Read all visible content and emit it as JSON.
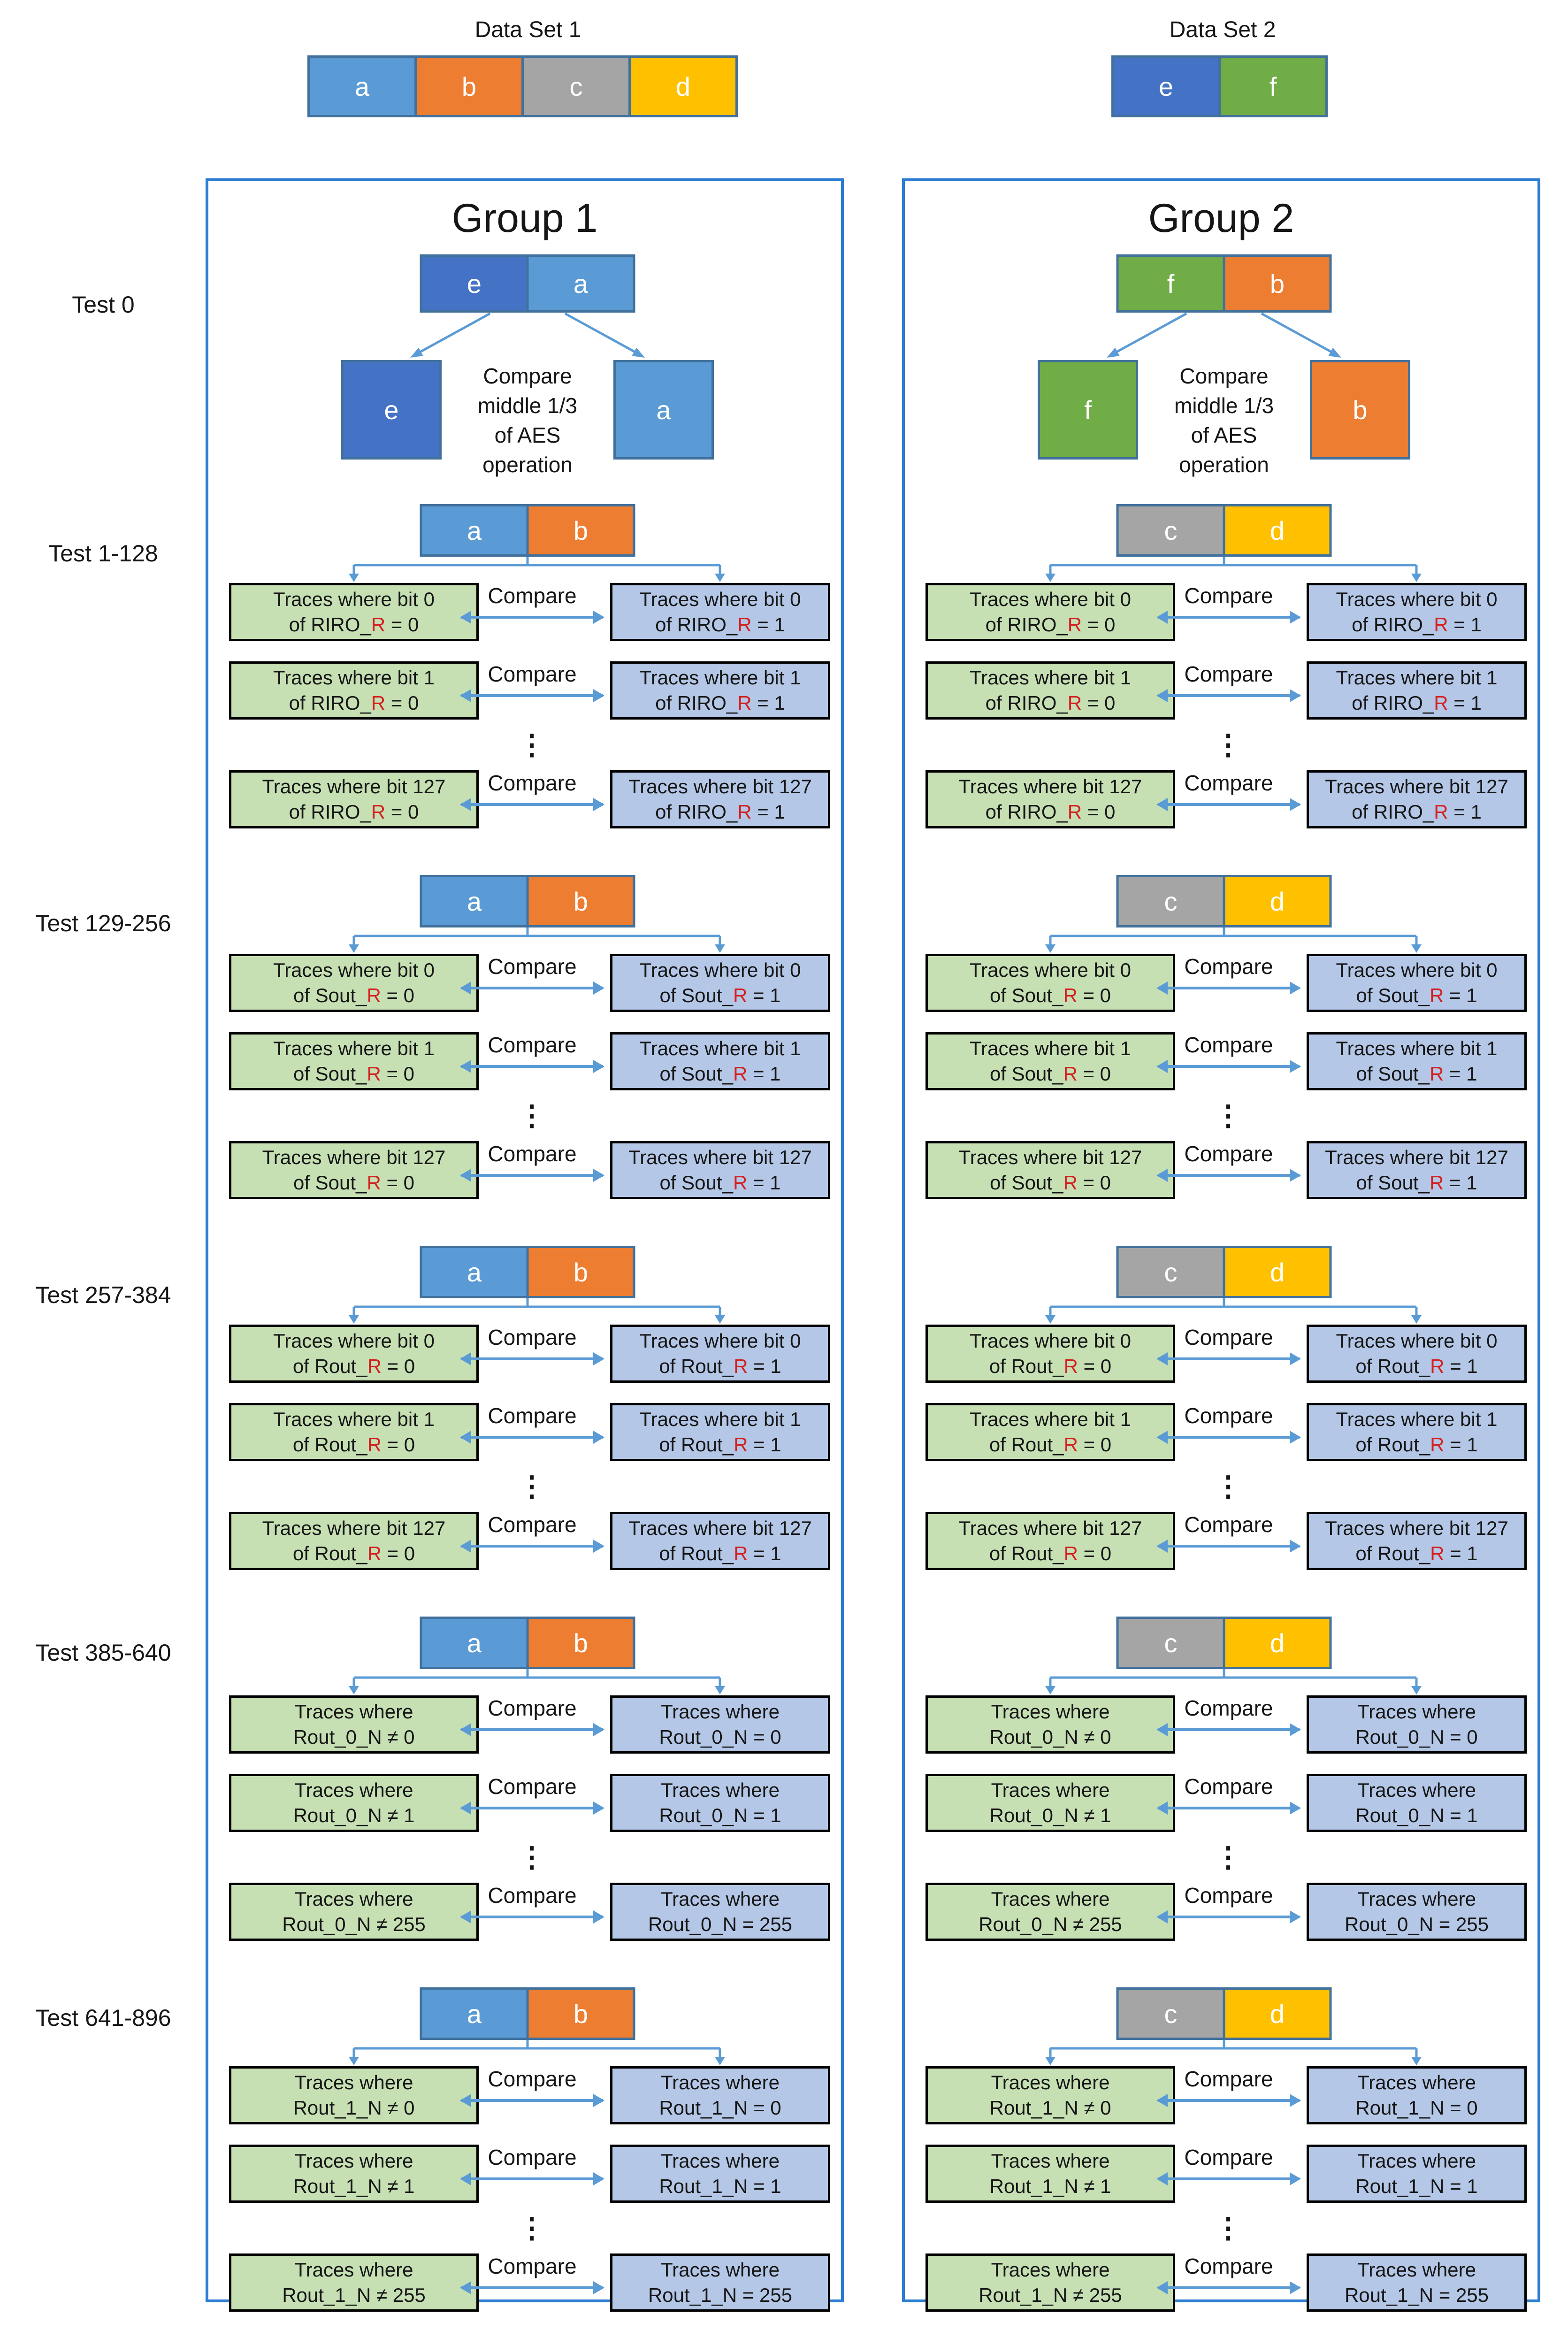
{
  "palette": {
    "cellBorder": "#41719C",
    "groupBorder": "#2B7CD3",
    "arrow": "#5B9BD5",
    "traceGreen": "#C6E0B4",
    "traceBlue": "#B4C7E7",
    "red": "#D42020"
  },
  "datasets": [
    {
      "label": "Data Set 1",
      "blocks": [
        {
          "label": "a",
          "color": "#5B9BD5"
        },
        {
          "label": "b",
          "color": "#ED7D31"
        },
        {
          "label": "c",
          "color": "#A5A5A5"
        },
        {
          "label": "d",
          "color": "#FFC000"
        }
      ]
    },
    {
      "label": "Data Set 2",
      "blocks": [
        {
          "label": "e",
          "color": "#4472C4"
        },
        {
          "label": "f",
          "color": "#70AD47"
        }
      ]
    }
  ],
  "row_labels": [
    "Test 0",
    "Test 1-128",
    "Test 129-256",
    "Test 257-384",
    "Test 385-640",
    "Test 641-896"
  ],
  "groups": [
    {
      "title": "Group 1",
      "test0": {
        "pair": [
          {
            "label": "e",
            "color": "#4472C4"
          },
          {
            "label": "a",
            "color": "#5B9BD5"
          }
        ],
        "left": {
          "label": "e",
          "color": "#4472C4"
        },
        "right": {
          "label": "a",
          "color": "#5B9BD5"
        },
        "note_lines": [
          "Compare",
          "middle 1/3",
          "of AES",
          "operation"
        ]
      },
      "sections": [
        {
          "pair": [
            {
              "label": "a",
              "color": "#5B9BD5"
            },
            {
              "label": "b",
              "color": "#ED7D31"
            }
          ],
          "ellipsis": "⋮",
          "rows": [
            {
              "left": {
                "l1": "Traces where bit 0",
                "pre": "of RIRO_",
                "red": "R",
                "post": " = 0"
              },
              "compare": "Compare",
              "right": {
                "l1": "Traces where bit 0",
                "pre": "of RIRO_",
                "red": "R",
                "post": " = 1"
              }
            },
            {
              "left": {
                "l1": "Traces where bit 1",
                "pre": "of RIRO_",
                "red": "R",
                "post": " = 0"
              },
              "compare": "Compare",
              "right": {
                "l1": "Traces where bit 1",
                "pre": "of RIRO_",
                "red": "R",
                "post": " = 1"
              }
            },
            {
              "left": {
                "l1": "Traces where bit 127",
                "pre": "of RIRO_",
                "red": "R",
                "post": " = 0"
              },
              "compare": "Compare",
              "right": {
                "l1": "Traces where bit 127",
                "pre": "of RIRO_",
                "red": "R",
                "post": " = 1"
              }
            }
          ]
        },
        {
          "pair": [
            {
              "label": "a",
              "color": "#5B9BD5"
            },
            {
              "label": "b",
              "color": "#ED7D31"
            }
          ],
          "ellipsis": "⋮",
          "rows": [
            {
              "left": {
                "l1": "Traces where bit 0",
                "pre": "of Sout_",
                "red": "R",
                "post": " = 0"
              },
              "compare": "Compare",
              "right": {
                "l1": "Traces where bit 0",
                "pre": "of Sout_",
                "red": "R",
                "post": " = 1"
              }
            },
            {
              "left": {
                "l1": "Traces where bit 1",
                "pre": "of Sout_",
                "red": "R",
                "post": " = 0"
              },
              "compare": "Compare",
              "right": {
                "l1": "Traces where bit 1",
                "pre": "of Sout_",
                "red": "R",
                "post": " = 1"
              }
            },
            {
              "left": {
                "l1": "Traces where bit 127",
                "pre": "of Sout_",
                "red": "R",
                "post": " = 0"
              },
              "compare": "Compare",
              "right": {
                "l1": "Traces where bit 127",
                "pre": "of Sout_",
                "red": "R",
                "post": " = 1"
              }
            }
          ]
        },
        {
          "pair": [
            {
              "label": "a",
              "color": "#5B9BD5"
            },
            {
              "label": "b",
              "color": "#ED7D31"
            }
          ],
          "ellipsis": "⋮",
          "rows": [
            {
              "left": {
                "l1": "Traces where bit 0",
                "pre": "of Rout_",
                "red": "R",
                "post": " = 0"
              },
              "compare": "Compare",
              "right": {
                "l1": "Traces where bit 0",
                "pre": "of Rout_",
                "red": "R",
                "post": " = 1"
              }
            },
            {
              "left": {
                "l1": "Traces where bit 1",
                "pre": "of Rout_",
                "red": "R",
                "post": " = 0"
              },
              "compare": "Compare",
              "right": {
                "l1": "Traces where bit 1",
                "pre": "of Rout_",
                "red": "R",
                "post": " = 1"
              }
            },
            {
              "left": {
                "l1": "Traces where bit 127",
                "pre": "of Rout_",
                "red": "R",
                "post": " = 0"
              },
              "compare": "Compare",
              "right": {
                "l1": "Traces where bit 127",
                "pre": "of Rout_",
                "red": "R",
                "post": " = 1"
              }
            }
          ]
        },
        {
          "pair": [
            {
              "label": "a",
              "color": "#5B9BD5"
            },
            {
              "label": "b",
              "color": "#ED7D31"
            }
          ],
          "ellipsis": "⋮",
          "rows": [
            {
              "left": {
                "l1": "Traces where",
                "pre": "Rout_0_N ≠ 0",
                "red": "",
                "post": ""
              },
              "compare": "Compare",
              "right": {
                "l1": "Traces where",
                "pre": "Rout_0_N = 0",
                "red": "",
                "post": ""
              }
            },
            {
              "left": {
                "l1": "Traces where",
                "pre": "Rout_0_N ≠ 1",
                "red": "",
                "post": ""
              },
              "compare": "Compare",
              "right": {
                "l1": "Traces where",
                "pre": "Rout_0_N = 1",
                "red": "",
                "post": ""
              }
            },
            {
              "left": {
                "l1": "Traces where",
                "pre": "Rout_0_N ≠ 255",
                "red": "",
                "post": ""
              },
              "compare": "Compare",
              "right": {
                "l1": "Traces where",
                "pre": "Rout_0_N = 255",
                "red": "",
                "post": ""
              }
            }
          ]
        },
        {
          "pair": [
            {
              "label": "a",
              "color": "#5B9BD5"
            },
            {
              "label": "b",
              "color": "#ED7D31"
            }
          ],
          "ellipsis": "⋮",
          "rows": [
            {
              "left": {
                "l1": "Traces where",
                "pre": "Rout_1_N ≠ 0",
                "red": "",
                "post": ""
              },
              "compare": "Compare",
              "right": {
                "l1": "Traces where",
                "pre": "Rout_1_N = 0",
                "red": "",
                "post": ""
              }
            },
            {
              "left": {
                "l1": "Traces where",
                "pre": "Rout_1_N ≠ 1",
                "red": "",
                "post": ""
              },
              "compare": "Compare",
              "right": {
                "l1": "Traces where",
                "pre": "Rout_1_N = 1",
                "red": "",
                "post": ""
              }
            },
            {
              "left": {
                "l1": "Traces where",
                "pre": "Rout_1_N ≠ 255",
                "red": "",
                "post": ""
              },
              "compare": "Compare",
              "right": {
                "l1": "Traces where",
                "pre": "Rout_1_N = 255",
                "red": "",
                "post": ""
              }
            }
          ]
        }
      ]
    },
    {
      "title": "Group 2",
      "test0": {
        "pair": [
          {
            "label": "f",
            "color": "#70AD47"
          },
          {
            "label": "b",
            "color": "#ED7D31"
          }
        ],
        "left": {
          "label": "f",
          "color": "#70AD47"
        },
        "right": {
          "label": "b",
          "color": "#ED7D31"
        },
        "note_lines": [
          "Compare",
          "middle 1/3",
          "of AES",
          "operation"
        ]
      },
      "sections": [
        {
          "pair": [
            {
              "label": "c",
              "color": "#A5A5A5"
            },
            {
              "label": "d",
              "color": "#FFC000"
            }
          ],
          "ellipsis": "⋮",
          "rows": [
            {
              "left": {
                "l1": "Traces where bit 0",
                "pre": "of RIRO_",
                "red": "R",
                "post": " = 0"
              },
              "compare": "Compare",
              "right": {
                "l1": "Traces where bit 0",
                "pre": "of RIRO_",
                "red": "R",
                "post": " = 1"
              }
            },
            {
              "left": {
                "l1": "Traces where bit 1",
                "pre": "of RIRO_",
                "red": "R",
                "post": " = 0"
              },
              "compare": "Compare",
              "right": {
                "l1": "Traces where bit 1",
                "pre": "of RIRO_",
                "red": "R",
                "post": " = 1"
              }
            },
            {
              "left": {
                "l1": "Traces where bit 127",
                "pre": "of RIRO_",
                "red": "R",
                "post": " = 0"
              },
              "compare": "Compare",
              "right": {
                "l1": "Traces where bit 127",
                "pre": "of RIRO_",
                "red": "R",
                "post": " = 1"
              }
            }
          ]
        },
        {
          "pair": [
            {
              "label": "c",
              "color": "#A5A5A5"
            },
            {
              "label": "d",
              "color": "#FFC000"
            }
          ],
          "ellipsis": "⋮",
          "rows": [
            {
              "left": {
                "l1": "Traces where bit 0",
                "pre": "of Sout_",
                "red": "R",
                "post": " = 0"
              },
              "compare": "Compare",
              "right": {
                "l1": "Traces where bit 0",
                "pre": "of Sout_",
                "red": "R",
                "post": " = 1"
              }
            },
            {
              "left": {
                "l1": "Traces where bit 1",
                "pre": "of Sout_",
                "red": "R",
                "post": " = 0"
              },
              "compare": "Compare",
              "right": {
                "l1": "Traces where bit 1",
                "pre": "of Sout_",
                "red": "R",
                "post": " = 1"
              }
            },
            {
              "left": {
                "l1": "Traces where bit 127",
                "pre": "of Sout_",
                "red": "R",
                "post": " = 0"
              },
              "compare": "Compare",
              "right": {
                "l1": "Traces where bit 127",
                "pre": "of Sout_",
                "red": "R",
                "post": " = 1"
              }
            }
          ]
        },
        {
          "pair": [
            {
              "label": "c",
              "color": "#A5A5A5"
            },
            {
              "label": "d",
              "color": "#FFC000"
            }
          ],
          "ellipsis": "⋮",
          "rows": [
            {
              "left": {
                "l1": "Traces where bit 0",
                "pre": "of Rout_",
                "red": "R",
                "post": " = 0"
              },
              "compare": "Compare",
              "right": {
                "l1": "Traces where bit 0",
                "pre": "of Rout_",
                "red": "R",
                "post": " = 1"
              }
            },
            {
              "left": {
                "l1": "Traces where bit 1",
                "pre": "of Rout_",
                "red": "R",
                "post": " = 0"
              },
              "compare": "Compare",
              "right": {
                "l1": "Traces where bit 1",
                "pre": "of Rout_",
                "red": "R",
                "post": " = 1"
              }
            },
            {
              "left": {
                "l1": "Traces where bit 127",
                "pre": "of Rout_",
                "red": "R",
                "post": " = 0"
              },
              "compare": "Compare",
              "right": {
                "l1": "Traces where bit 127",
                "pre": "of Rout_",
                "red": "R",
                "post": " = 1"
              }
            }
          ]
        },
        {
          "pair": [
            {
              "label": "c",
              "color": "#A5A5A5"
            },
            {
              "label": "d",
              "color": "#FFC000"
            }
          ],
          "ellipsis": "⋮",
          "rows": [
            {
              "left": {
                "l1": "Traces where",
                "pre": "Rout_0_N ≠ 0",
                "red": "",
                "post": ""
              },
              "compare": "Compare",
              "right": {
                "l1": "Traces where",
                "pre": "Rout_0_N = 0",
                "red": "",
                "post": ""
              }
            },
            {
              "left": {
                "l1": "Traces where",
                "pre": "Rout_0_N ≠ 1",
                "red": "",
                "post": ""
              },
              "compare": "Compare",
              "right": {
                "l1": "Traces where",
                "pre": "Rout_0_N = 1",
                "red": "",
                "post": ""
              }
            },
            {
              "left": {
                "l1": "Traces where",
                "pre": "Rout_0_N ≠ 255",
                "red": "",
                "post": ""
              },
              "compare": "Compare",
              "right": {
                "l1": "Traces where",
                "pre": "Rout_0_N = 255",
                "red": "",
                "post": ""
              }
            }
          ]
        },
        {
          "pair": [
            {
              "label": "c",
              "color": "#A5A5A5"
            },
            {
              "label": "d",
              "color": "#FFC000"
            }
          ],
          "ellipsis": "⋮",
          "rows": [
            {
              "left": {
                "l1": "Traces where",
                "pre": "Rout_1_N ≠ 0",
                "red": "",
                "post": ""
              },
              "compare": "Compare",
              "right": {
                "l1": "Traces where",
                "pre": "Rout_1_N = 0",
                "red": "",
                "post": ""
              }
            },
            {
              "left": {
                "l1": "Traces where",
                "pre": "Rout_1_N ≠ 1",
                "red": "",
                "post": ""
              },
              "compare": "Compare",
              "right": {
                "l1": "Traces where",
                "pre": "Rout_1_N = 1",
                "red": "",
                "post": ""
              }
            },
            {
              "left": {
                "l1": "Traces where",
                "pre": "Rout_1_N ≠ 255",
                "red": "",
                "post": ""
              },
              "compare": "Compare",
              "right": {
                "l1": "Traces where",
                "pre": "Rout_1_N = 255",
                "red": "",
                "post": ""
              }
            }
          ]
        }
      ]
    }
  ]
}
